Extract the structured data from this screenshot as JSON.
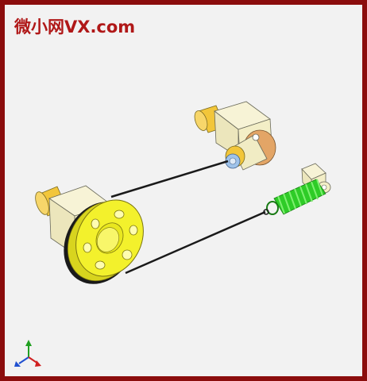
{
  "watermark": {
    "text": "微小网VX.com"
  },
  "colors": {
    "frame": "#8b0d0d",
    "background": "#f2f2f2",
    "housing": "#f3eec6",
    "shaft": "#f2c63a",
    "pulley": "#f0ee2a",
    "belt": "#1a1a1a",
    "spring": "#2ecc27",
    "cam": "#e0a060",
    "roller": "#8fb6e0"
  },
  "parts": [
    {
      "name": "drive-pulley",
      "icon": "pulley-icon"
    },
    {
      "name": "drive-housing",
      "icon": "bearing-block-icon"
    },
    {
      "name": "upper-housing",
      "icon": "bearing-block-icon"
    },
    {
      "name": "cam-lever",
      "icon": "cam-icon"
    },
    {
      "name": "tension-spring",
      "icon": "spring-icon"
    },
    {
      "name": "spring-anchor",
      "icon": "anchor-block-icon"
    },
    {
      "name": "belt",
      "icon": "belt-icon"
    }
  ],
  "axis_triad": {
    "icon": "xyz-axes-icon"
  }
}
